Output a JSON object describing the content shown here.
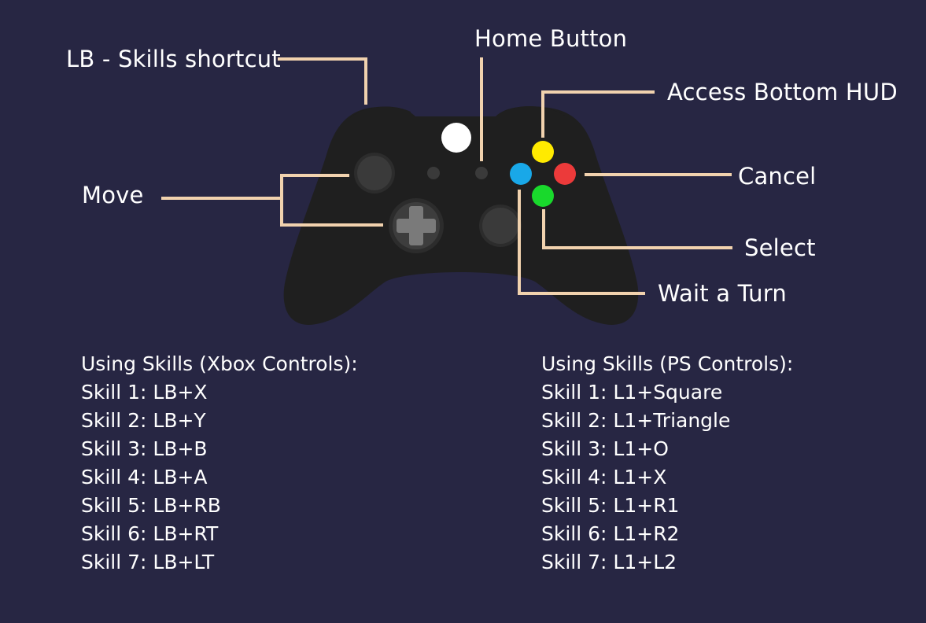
{
  "colors": {
    "background": "#272643",
    "controller_body": "#1f1f1f",
    "leader_line": "#f1d2ae",
    "button_y": "#ffea00",
    "button_b": "#ec3a3a",
    "button_a": "#19d92c",
    "button_x": "#19a8e8",
    "home_button": "#ffffff",
    "text": "#ffffff"
  },
  "diagram": {
    "subject": "controller",
    "labels": {
      "skills_shortcut": "LB - Skills shortcut",
      "home_button": "Home Button",
      "access_bottom_hud": "Access Bottom HUD",
      "move": "Move",
      "cancel": "Cancel",
      "select": "Select",
      "wait_turn": "Wait a Turn"
    }
  },
  "xbox_skills": {
    "heading": "Using Skills (Xbox Controls):",
    "items": [
      "Skill 1: LB+X",
      "Skill 2: LB+Y",
      "Skill 3: LB+B",
      "Skill 4: LB+A",
      "Skill 5: LB+RB",
      "Skill 6: LB+RT",
      "Skill 7: LB+LT"
    ]
  },
  "ps_skills": {
    "heading": "Using Skills (PS Controls):",
    "items": [
      "Skill 1: L1+Square",
      "Skill 2: L1+Triangle",
      "Skill 3: L1+O",
      "Skill 4: L1+X",
      "Skill 5: L1+R1",
      "Skill 6: L1+R2",
      "Skill 7: L1+L2"
    ]
  }
}
